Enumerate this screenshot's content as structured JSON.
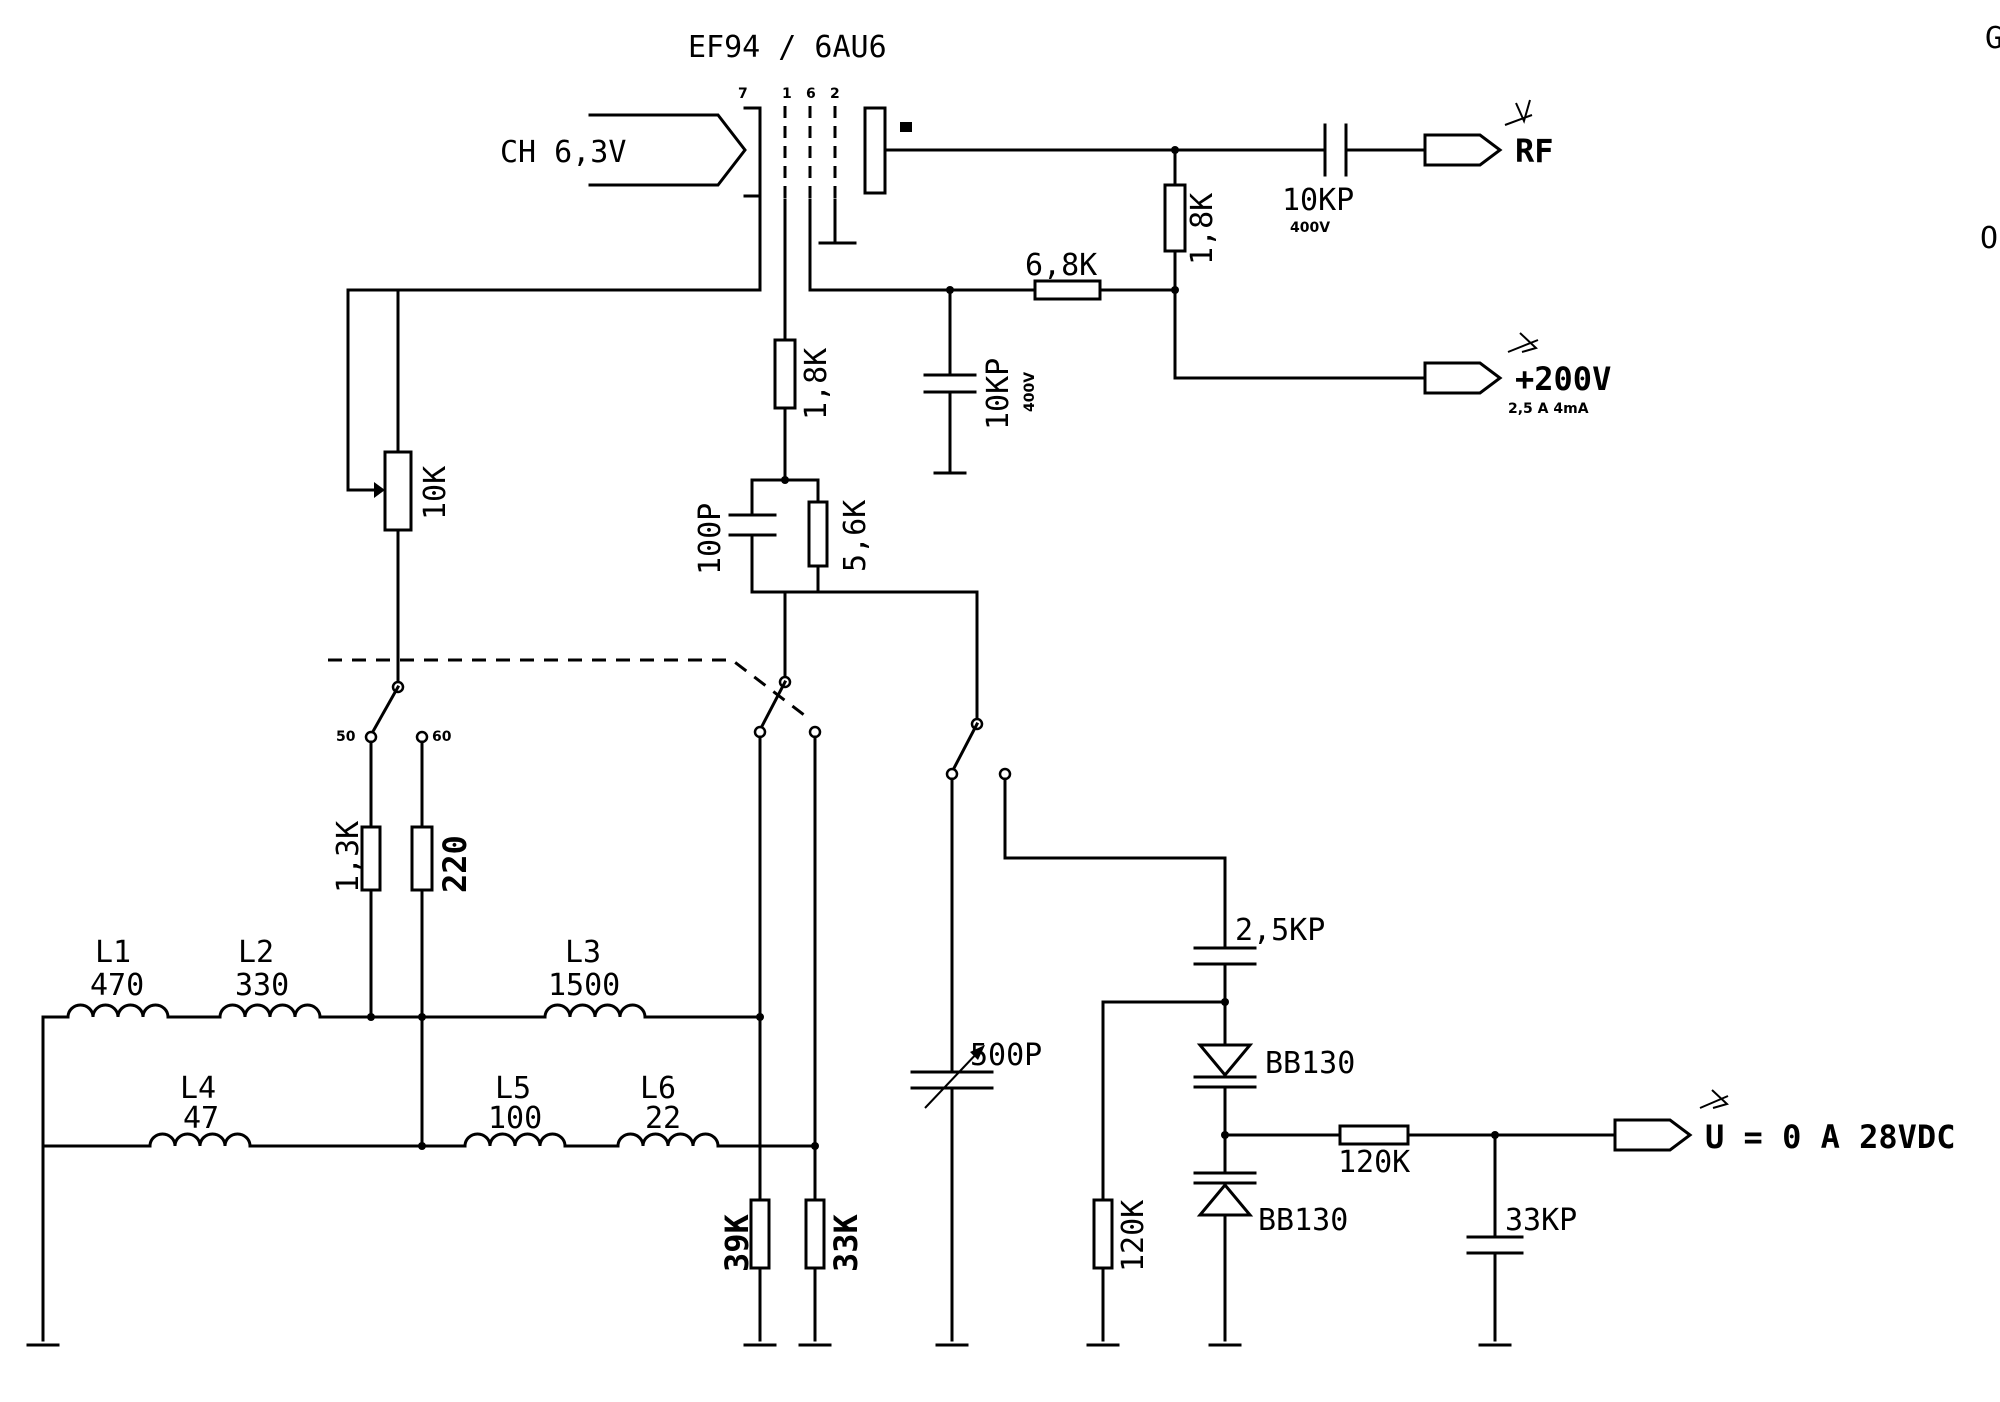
{
  "tube": {
    "title": "EF94 / 6AU6",
    "pins": [
      "7",
      "1",
      "6",
      "2"
    ],
    "heater": "CH 6,3V"
  },
  "outputs": {
    "rf": "RF",
    "hv": "+200V",
    "hv_note": "2,5 A 4mA",
    "tune": "U = 0 A 28VDC"
  },
  "components": {
    "c_out": "10KP",
    "c_out_v": "400V",
    "r_plate": "1,8K",
    "r_screen": "6,8K",
    "c_screen": "10KP",
    "c_screen_v": "400V",
    "r_cathode": "1,8K",
    "pot": "10K",
    "c_grid": "100P",
    "r_grid": "5,6K",
    "r_1k3": "1,3K",
    "r_220": "220",
    "r_39k": "39K",
    "r_33k": "33K",
    "c_var": "500P",
    "c_25": "2,5KP",
    "d1": "BB130",
    "d2": "BB130",
    "r_120_v": "120K",
    "r_120_h": "120K",
    "c_33": "33KP"
  },
  "switch": {
    "sw_left": "50",
    "sw_right": "60"
  },
  "inductors": [
    {
      "name": "L1",
      "value": "470"
    },
    {
      "name": "L2",
      "value": "330"
    },
    {
      "name": "L3",
      "value": "1500"
    },
    {
      "name": "L4",
      "value": "47"
    },
    {
      "name": "L5",
      "value": "100"
    },
    {
      "name": "L6",
      "value": "22"
    }
  ],
  "edge": {
    "top": "G",
    "mid": "O"
  }
}
